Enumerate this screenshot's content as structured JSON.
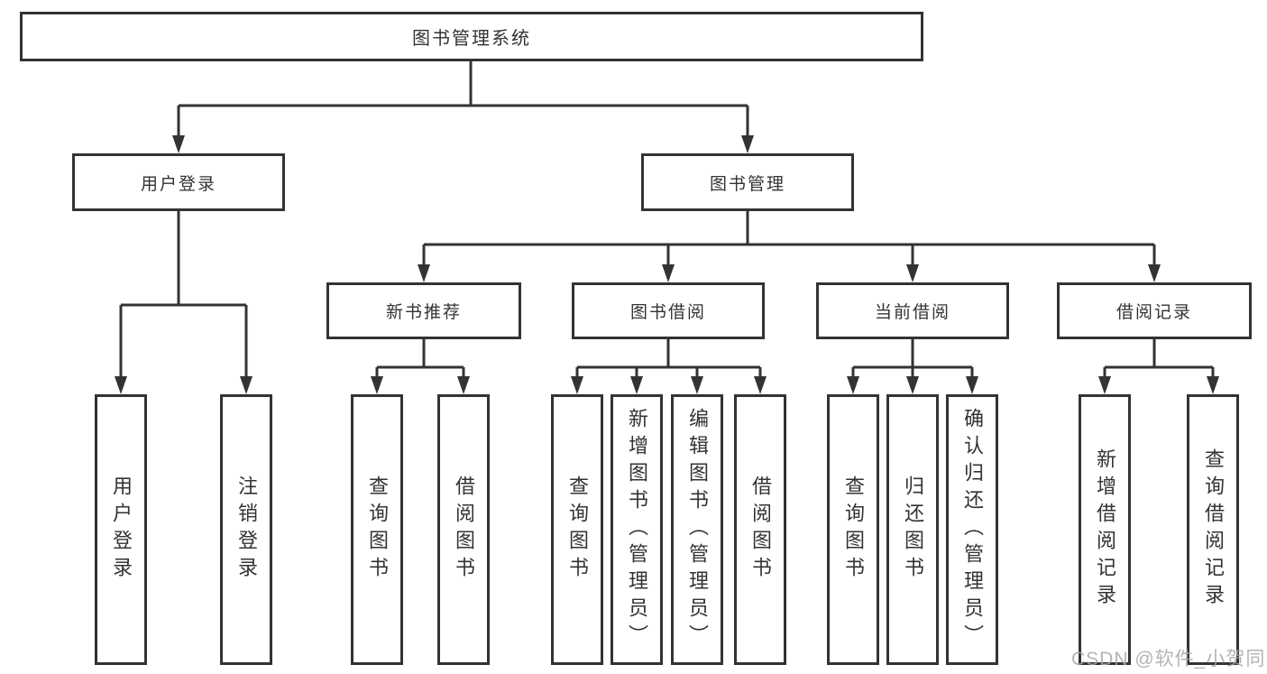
{
  "diagram_title": "图书管理系统",
  "tree": {
    "root": {
      "label": "图书管理系统"
    },
    "children": [
      {
        "label": "用户登录",
        "children": [
          {
            "label": "用户登录"
          },
          {
            "label": "注销登录"
          }
        ]
      },
      {
        "label": "图书管理",
        "children": [
          {
            "label": "新书推荐",
            "children": [
              {
                "label": "查询图书"
              },
              {
                "label": "借阅图书"
              }
            ]
          },
          {
            "label": "图书借阅",
            "children": [
              {
                "label": "查询图书"
              },
              {
                "label": "新增图书（管理员）"
              },
              {
                "label": "编辑图书（管理员）"
              },
              {
                "label": "借阅图书"
              }
            ]
          },
          {
            "label": "当前借阅",
            "children": [
              {
                "label": "查询图书"
              },
              {
                "label": "归还图书"
              },
              {
                "label": "确认归还（管理员）"
              }
            ]
          },
          {
            "label": "借阅记录",
            "children": [
              {
                "label": "新增借阅记录"
              },
              {
                "label": "查询借阅记录"
              }
            ]
          }
        ]
      }
    ]
  },
  "watermark": {
    "text": "CSDN @软件_小贺同学"
  },
  "colors": {
    "line": "#333333",
    "box_border": "#333333",
    "box_background": "#ffffff",
    "text": "#333333",
    "watermark": "#a7a7a7",
    "background": "#ffffff"
  }
}
